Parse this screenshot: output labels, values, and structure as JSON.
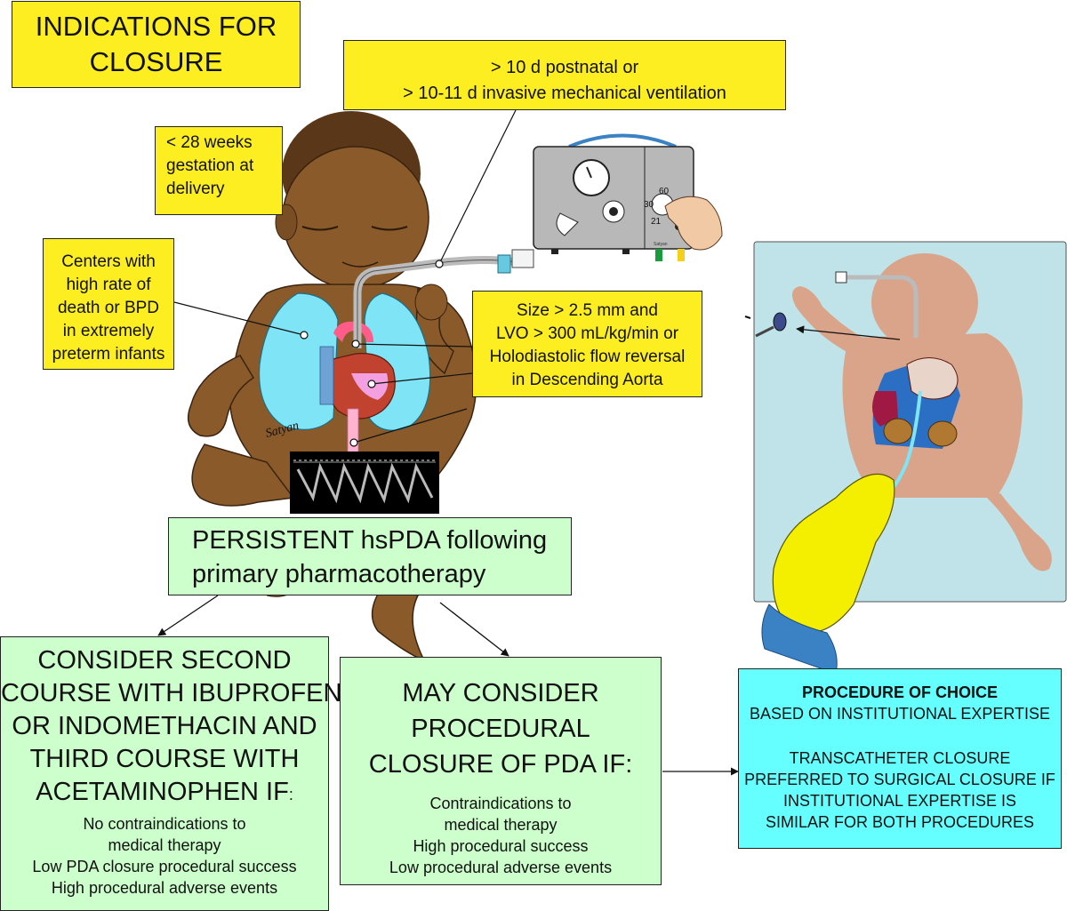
{
  "title": {
    "lines": [
      "INDICATIONS FOR",
      "CLOSURE"
    ]
  },
  "ventilation": {
    "lines": [
      ">  10 d postnatal or",
      ">  10-11 d invasive mechanical ventilation"
    ]
  },
  "gestation": {
    "lines": [
      "< 28 weeks",
      "gestation at",
      "delivery"
    ]
  },
  "centers": {
    "lines": [
      "Centers with",
      "high rate of",
      "death or BPD",
      "in extremely",
      "preterm infants"
    ]
  },
  "size_criteria": {
    "lines": [
      "Size > 2.5 mm and",
      "LVO > 300 mL/kg/min or",
      "Holodiastolic flow reversal",
      "in Descending Aorta"
    ]
  },
  "persistent": {
    "lines": [
      "PERSISTENT hsPDA following",
      "primary pharmacotherapy"
    ]
  },
  "second_course": {
    "heading_lines": [
      "CONSIDER SECOND",
      "COURSE WITH IBUPROFEN",
      "OR INDOMETHACIN AND",
      "THIRD COURSE WITH"
    ],
    "heading_last": "ACETAMINOPHEN IF",
    "heading_last_tail": ":",
    "items": [
      "No contraindications to",
      "medical therapy",
      "Low PDA closure procedural success",
      "High procedural adverse events"
    ]
  },
  "procedural": {
    "heading_lines": [
      "MAY CONSIDER",
      "PROCEDURAL",
      "CLOSURE OF PDA IF:"
    ],
    "items": [
      "Contraindications to",
      "medical therapy",
      "High procedural success",
      "Low procedural adverse events"
    ]
  },
  "choice": {
    "heading": "PROCEDURE OF CHOICE",
    "subheading": "BASED ON INSTITUTIONAL EXPERTISE",
    "lines": [
      "TRANSCATHETER CLOSURE",
      "PREFERRED TO SURGICAL CLOSURE IF",
      "INSTITUTIONAL EXPERTISE IS",
      "SIMILAR FOR BOTH PROCEDURES"
    ]
  },
  "ventilator": {
    "dial_labels": [
      "60",
      "30",
      "21"
    ],
    "brand_text": "Satyan"
  },
  "signature": "Satyan",
  "colors": {
    "yellow": "#fcee21",
    "green": "#ccffcc",
    "cyan": "#66ffff",
    "skin": "#8a5a2b",
    "lung": "#7fe4f5",
    "panel": "#bfe3e8"
  }
}
